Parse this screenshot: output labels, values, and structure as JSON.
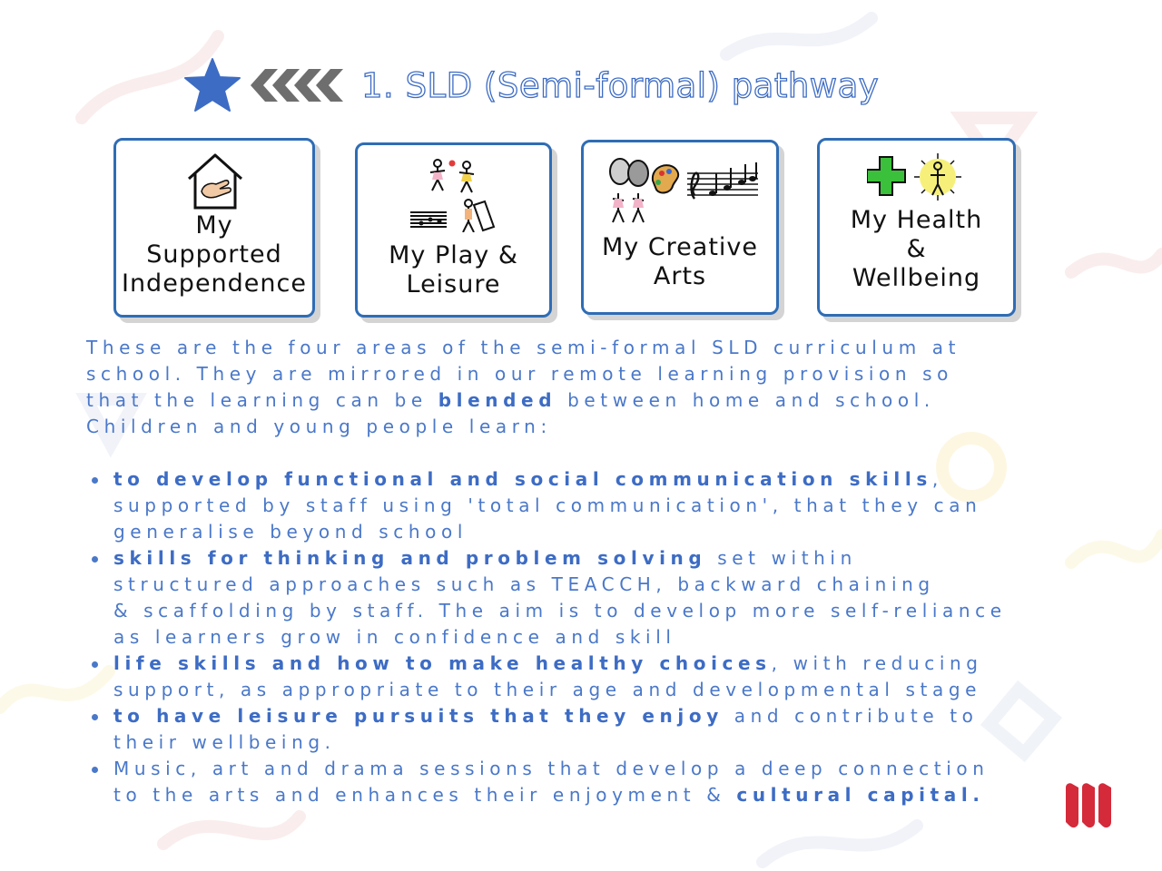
{
  "colors": {
    "accent": "#3d6cc4",
    "text": "#4a78c9",
    "card_border": "#2f6db5",
    "logo_red": "#d42a3a"
  },
  "header": {
    "star_icon": "star-icon",
    "chevrons_icon": "chevrons-left-icon",
    "title": "1. SLD (Semi-formal) pathway"
  },
  "cards": [
    {
      "icon": "hand-in-house-icon",
      "lines": [
        "My",
        "Supported",
        "Independence"
      ]
    },
    {
      "icon": "play-leisure-icon",
      "lines": [
        "My Play &",
        "Leisure"
      ]
    },
    {
      "icon": "creative-arts-icon",
      "lines": [
        "My Creative",
        "Arts"
      ]
    },
    {
      "icon": "health-wellbeing-icon",
      "lines": [
        "My Health",
        "&",
        "Wellbeing"
      ]
    }
  ],
  "intro": {
    "line1": "These are the four areas of the semi-formal SLD curriculum at",
    "line2": "school. They are mirrored in our remote learning provision so",
    "line3_pre": "that the learning can be ",
    "line3_bold": "blended",
    "line3_post": " between home and school.",
    "line4": "Children and young people learn:"
  },
  "bullets": {
    "b1": {
      "bold": "to develop functional and social communication skills",
      "rest1": ",",
      "line2": "supported by staff using 'total communication',  that they can",
      "line3": "generalise beyond school"
    },
    "b2": {
      "bold": "skills for thinking and problem solving",
      "rest1": " set within",
      "line2": "structured approaches such as TEACCH, backward chaining",
      "line3": "& scaffolding by staff. The aim is to develop more self-reliance",
      "line4": "as learners grow in confidence and skill"
    },
    "b3": {
      "bold": "life skills and how to make healthy choices",
      "rest1": ", with reducing",
      "line2": "support, as appropriate to their age and developmental stage"
    },
    "b4": {
      "bold": "to have leisure pursuits that they enjoy",
      "rest1": " and contribute to",
      "line2": "their wellbeing."
    },
    "b5": {
      "line1": "Music, art and drama sessions that develop a deep connection",
      "line2_pre": "to the arts and enhances their enjoyment & ",
      "line2_bold": "cultural capital."
    }
  },
  "logo_icon": "school-logo-icon"
}
